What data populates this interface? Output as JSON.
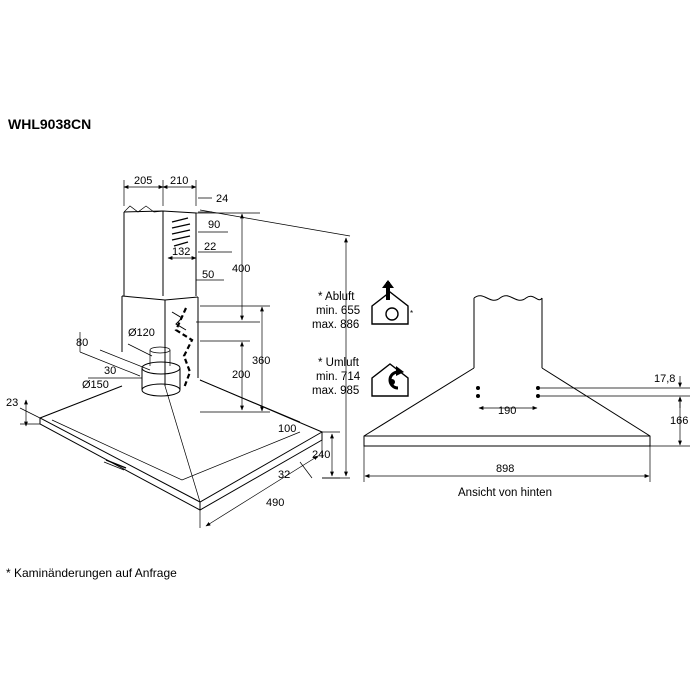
{
  "model": "WHL9038CN",
  "footnote": "* Kaminänderungen auf Anfrage",
  "view_back_label": "Ansicht von hinten",
  "exhaust": {
    "label": "* Abluft",
    "min": "min. 655",
    "max": "max. 886",
    "icon": "exhaust-mode-icon"
  },
  "recirculation": {
    "label": "* Umluft",
    "min": "min. 714",
    "max": "max. 985",
    "icon": "recirculation-mode-icon"
  },
  "front_dims": {
    "d205": "205",
    "d210": "210",
    "d24": "24",
    "d90": "90",
    "d22": "22",
    "d132": "132",
    "d50": "50",
    "d400": "400",
    "d360": "360",
    "d200": "200",
    "d120": "Ø120",
    "d80": "80",
    "d30": "30",
    "d150": "Ø150",
    "d23": "23",
    "d100": "100",
    "d240": "240",
    "d32": "32",
    "d490": "490"
  },
  "back_dims": {
    "d17_8": "17,8",
    "d166": "166",
    "d190": "190",
    "d898": "898"
  }
}
